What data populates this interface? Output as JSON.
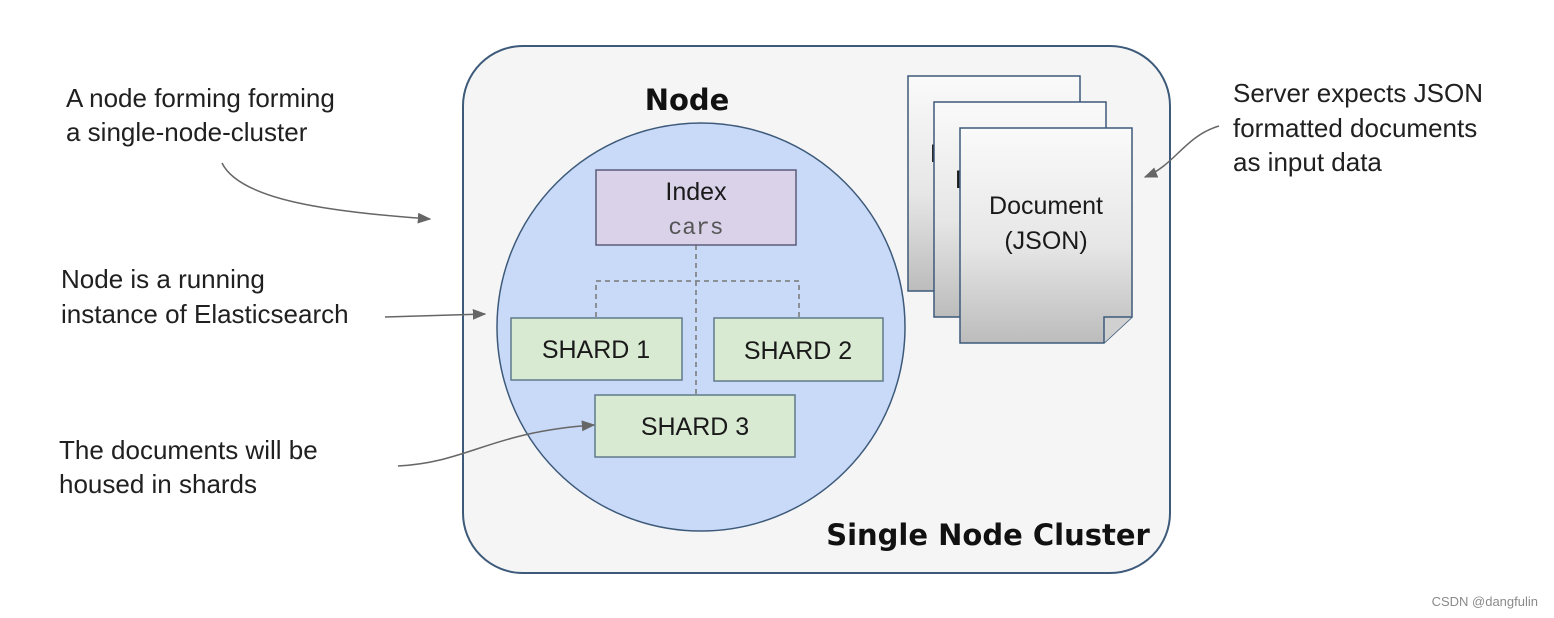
{
  "node": {
    "title": "Node",
    "index_label": "Index",
    "index_name": "cars",
    "shards": [
      "SHARD 1",
      "SHARD 2",
      "SHARD 3"
    ]
  },
  "cluster": {
    "label": "Single Node Cluster"
  },
  "documents": {
    "stack_count": 3,
    "label_line1": "Document",
    "label_line2": "(JSON)"
  },
  "annotations": {
    "cluster_note": [
      "A node forming forming",
      "a single-node-cluster"
    ],
    "node_note": [
      "Node is a running",
      "instance of Elasticsearch"
    ],
    "shards_note": [
      "The documents will be",
      "housed in shards"
    ],
    "json_note": [
      "Server expects JSON",
      "formatted documents",
      "as input data"
    ]
  },
  "watermark": "CSDN @dangfulin",
  "colors": {
    "cluster_fill": "#f5f5f5",
    "cluster_stroke": "#3d5a7a",
    "node_fill": "#c9daf8",
    "index_fill": "#d9d2e9",
    "shard_fill": "#d9ead3",
    "doc_stroke": "#3d5a7a"
  }
}
